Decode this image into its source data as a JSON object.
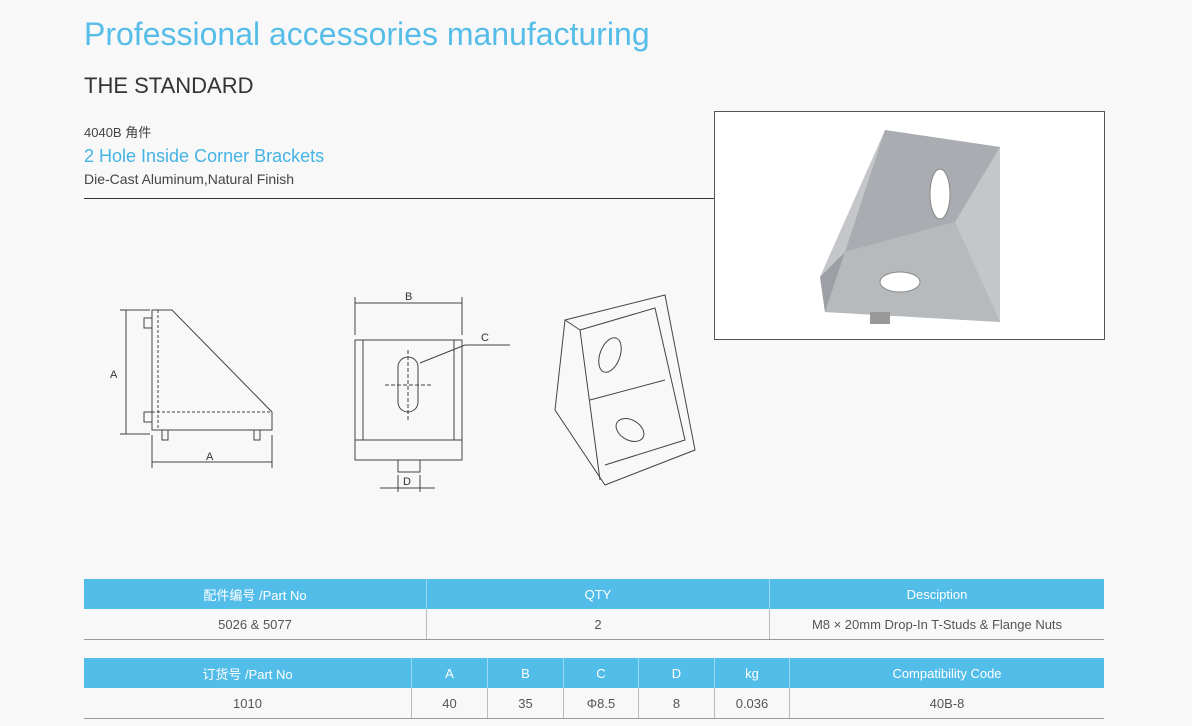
{
  "header": {
    "title": "Professional accessories manufacturing",
    "subtitle": "THE STANDARD"
  },
  "product": {
    "code": "4040B 角件",
    "name": "2 Hole Inside Corner Brackets",
    "material": "Die-Cast Aluminum,Natural Finish"
  },
  "drawing_labels": {
    "a_side": "A",
    "a_bottom": "A",
    "b": "B",
    "c": "C",
    "d": "D"
  },
  "table1": {
    "headers": [
      "配件编号 /Part No",
      "QTY",
      "Desciption"
    ],
    "row": [
      "5026 & 5077",
      "2",
      "M8 × 20mm Drop-In T-Studs & Flange Nuts"
    ]
  },
  "table2": {
    "headers": [
      "订货号 /Part No",
      "A",
      "B",
      "C",
      "D",
      "kg",
      "Compatibility Code"
    ],
    "row": [
      "1010",
      "40",
      "35",
      "Φ8.5",
      "8",
      "0.036",
      "40B-8"
    ]
  },
  "colors": {
    "accent": "#53bde9"
  }
}
